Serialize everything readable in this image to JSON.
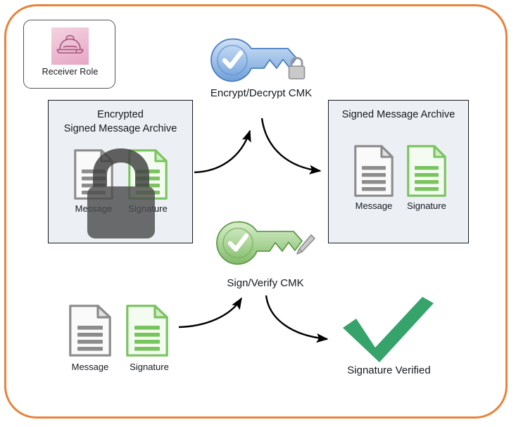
{
  "diagram": {
    "title": "Receiver Role decrypt and verify signed message archive",
    "boundary_color": "#e8823c"
  },
  "role_badge": {
    "label": "Receiver Role",
    "icon": "hard-hat-icon",
    "icon_color": "#e7a6c4"
  },
  "encrypted_archive": {
    "title_line1": "Encrypted",
    "title_line2": "Signed Message Archive",
    "message_caption": "Message",
    "signature_caption": "Signature",
    "lock_icon": "padlock-icon",
    "lock_color": "#4d4d4d"
  },
  "signed_archive": {
    "title": "Signed Message Archive",
    "message_caption": "Message",
    "signature_caption": "Signature"
  },
  "encrypt_key": {
    "label": "Encrypt/Decrypt CMK",
    "icon": "key-icon",
    "badge_icon": "padlock-icon",
    "color": "#7aa9dd"
  },
  "sign_key": {
    "label": "Sign/Verify CMK",
    "icon": "key-icon",
    "badge_icon": "pen-icon",
    "color": "#8cc67e"
  },
  "plain_documents": {
    "message_caption": "Message",
    "signature_caption": "Signature"
  },
  "verified": {
    "label": "Signature Verified",
    "icon": "checkmark-icon",
    "color": "#35a36a"
  },
  "colors": {
    "document_gray": "#8c8c8c",
    "document_green": "#7ac45f",
    "box_fill": "#eceff4",
    "box_border": "#15191f",
    "text": "#15191f"
  }
}
